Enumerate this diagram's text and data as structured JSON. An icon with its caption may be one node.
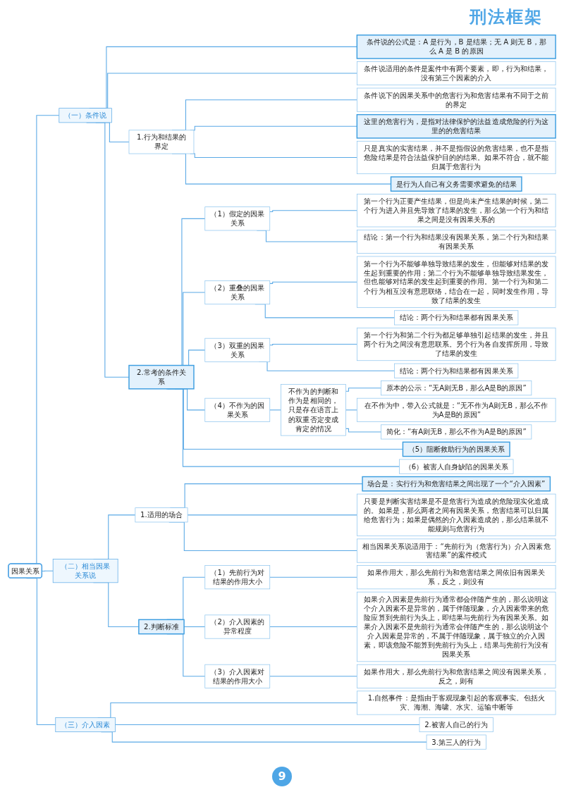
{
  "diagram": {
    "title": "刑法框架",
    "nodes": [
      {
        "text": [
          "因果关系"
        ]
      },
      {
        "text": [
          "（一）条件说"
        ]
      },
      {
        "text": [
          "条件说的公式是：A 是行为，B 是结果；无 A 则无 B，那么 A 是 B 的原因"
        ]
      },
      {
        "text": [
          "条件说适用的条件是案件中有两个要素，即，行为和结果，没有第三个因素的介入"
        ]
      },
      {
        "text": [
          "1.行为和结果的界定"
        ]
      },
      {
        "text": [
          "条件说下的因果关系中的危害行为和危害结果有不同于之前的界定"
        ]
      },
      {
        "text": [
          "这里的危害行为，是指对法律保护的法益造成危险的行为这里的的危害结果"
        ]
      },
      {
        "text": [
          "只是真实的实害结果，并不是指假设的危害结果，也不是指危险结果是符合法益保护目的的结果。如果不符合，就不能归属于危害行为"
        ]
      },
      {
        "text": [
          "是行为人自己有义务需要求避免的结果"
        ]
      },
      {
        "text": [
          "2.常考的条件关系"
        ]
      },
      {
        "text": [
          "（1）假定的因果关系"
        ]
      },
      {
        "text": [
          "第一个行为正要产生结果，但是尚未产生结果的时候，第二个行为进入并且先导致了结果的发生，那么第一个行为和结果之间是没有因果关系的"
        ]
      },
      {
        "text": [
          "结论：第一个行为和结果没有因果关系，第二个行为和结果有因果关系"
        ]
      },
      {
        "text": [
          "（2）重叠的因果关系"
        ]
      },
      {
        "text": [
          "第一个行为不能够单独导致结果的发生，但能够对结果的发生起到重要的作用；第二个行为不能够单独导致结果发生，但也能够对结果的发生起到重要的作用。第一个行为和第二个行为相互没有意思联络，结合在一起，同时发生作用，导致了结果的发生"
        ]
      },
      {
        "text": [
          "结论：两个行为和结果都有因果关系"
        ]
      },
      {
        "text": [
          "（3）双重的因果关系"
        ]
      },
      {
        "text": [
          "第一个行为和第二个行为都足够单独引起结果的发生，并且两个行为之间没有意思联系。另个行为各自发挥所用，导致了结果的发生"
        ]
      },
      {
        "text": [
          "结论：两个行为和结果都有因果关系"
        ]
      },
      {
        "text": [
          "（4）不作为的因果关系"
        ]
      },
      {
        "text": [
          "不作为的判断和作为是相同的，只是存在语言上的双重否定变成肯定的情况"
        ]
      },
      {
        "text": [
          "原本的公示：“无A则无B，那么A是B的原因”"
        ]
      },
      {
        "text": [
          "在不作为中，带入公式就是：“无不作为A则无B，那么不作为A是B的原因”"
        ]
      },
      {
        "text": [
          "简化：“有A则无B，那么不作为A是B的原因”"
        ]
      },
      {
        "text": [
          "（5）阻断救助行为的因果关系"
        ]
      },
      {
        "text": [
          "（6）被害人自身缺陷的因果关系"
        ]
      },
      {
        "text": [
          "（二）相当因果关系说"
        ]
      },
      {
        "text": [
          "1.适用的场合"
        ]
      },
      {
        "text": [
          "场合是：实行行为和危害结果之间出现了一个“介入因素”"
        ]
      },
      {
        "text": [
          "只要是判断实害结果是不是危害行为造成的危险现实化造成的。如果是，那么两者之间有因果关系，危害结果可以归属给危害行为；如果是偶然的介入因素造成的，那么结果就不能规则与危害行为"
        ]
      },
      {
        "text": [
          "相当因果关系说适用于：“先前行为（危害行为）介入因素危害结果”的案件模式"
        ]
      },
      {
        "text": [
          "2.判断标准"
        ]
      },
      {
        "text": [
          "（1）先前行为对结果的作用大小"
        ]
      },
      {
        "text": [
          "如果作用大，那么先前行为和危害结果之间依旧有因果关系，反之，则没有"
        ]
      },
      {
        "text": [
          "（2）介入因素的异常程度"
        ]
      },
      {
        "text": [
          "如果介入因素是先前行为通常都会伴随产生的，那么说明这个介入因素不是异常的，属于伴随现象，介入因素带来的危险应算到先前行为头上，即结果与先前行为有因果关系。如果介入因素不是先前行为通常会伴随产生的，那么说明这个介入因素是异常的，不属于伴随现象，属于独立的介入因素，即该危险不能算到先前行为头上，结果与先前行为没有因果关系"
        ]
      },
      {
        "text": [
          "（3）介入因素对结果的作用大小"
        ]
      },
      {
        "text": [
          "如果作用大，那么先前行为和危害结果之间没有因果关系，反之，则有"
        ]
      },
      {
        "text": [
          "（三）介入因素"
        ]
      },
      {
        "text": [
          "1.自然事件：是指由于客观现象引起的客观事实。包括火灾、海潮、海啸、水灾、运输中断等"
        ]
      },
      {
        "text": [
          "2.被害人自己的行为"
        ]
      },
      {
        "text": [
          "3.第三人的行为"
        ]
      }
    ],
    "edges": [
      {
        "from": 0,
        "to": 1,
        "arrow": "none"
      },
      {
        "from": 1,
        "to": 2,
        "arrow": "none"
      },
      {
        "from": 1,
        "to": 3,
        "arrow": "none"
      },
      {
        "from": 1,
        "to": 4,
        "arrow": "none"
      },
      {
        "from": 4,
        "to": 5,
        "arrow": "none"
      },
      {
        "from": 4,
        "to": 6,
        "arrow": "none"
      },
      {
        "from": 4,
        "to": 7,
        "arrow": "none"
      },
      {
        "from": 4,
        "to": 8,
        "arrow": "none"
      },
      {
        "from": 1,
        "to": 9,
        "arrow": "none"
      },
      {
        "from": 9,
        "to": 10,
        "arrow": "none"
      },
      {
        "from": 10,
        "to": 11,
        "arrow": "none"
      },
      {
        "from": 10,
        "to": 12,
        "arrow": "none"
      },
      {
        "from": 9,
        "to": 13,
        "arrow": "none"
      },
      {
        "from": 13,
        "to": 14,
        "arrow": "none"
      },
      {
        "from": 13,
        "to": 15,
        "arrow": "none"
      },
      {
        "from": 9,
        "to": 16,
        "arrow": "none"
      },
      {
        "from": 16,
        "to": 17,
        "arrow": "none"
      },
      {
        "from": 16,
        "to": 18,
        "arrow": "none"
      },
      {
        "from": 9,
        "to": 19,
        "arrow": "none"
      },
      {
        "from": 19,
        "to": 20,
        "arrow": "none"
      },
      {
        "from": 20,
        "to": 21,
        "arrow": "none"
      },
      {
        "from": 20,
        "to": 22,
        "arrow": "none"
      },
      {
        "from": 20,
        "to": 23,
        "arrow": "none"
      },
      {
        "from": 9,
        "to": 24,
        "arrow": "none"
      },
      {
        "from": 9,
        "to": 25,
        "arrow": "none"
      },
      {
        "from": 0,
        "to": 26,
        "arrow": "none"
      },
      {
        "from": 26,
        "to": 27,
        "arrow": "none"
      },
      {
        "from": 27,
        "to": 28,
        "arrow": "none"
      },
      {
        "from": 27,
        "to": 29,
        "arrow": "none"
      },
      {
        "from": 27,
        "to": 30,
        "arrow": "none"
      },
      {
        "from": 26,
        "to": 31,
        "arrow": "none"
      },
      {
        "from": 31,
        "to": 32,
        "arrow": "none"
      },
      {
        "from": 32,
        "to": 33,
        "arrow": "none"
      },
      {
        "from": 31,
        "to": 34,
        "arrow": "none"
      },
      {
        "from": 34,
        "to": 35,
        "arrow": "none"
      },
      {
        "from": 31,
        "to": 36,
        "arrow": "none"
      },
      {
        "from": 36,
        "to": 37,
        "arrow": "none"
      },
      {
        "from": 0,
        "to": 38,
        "arrow": "none"
      },
      {
        "from": 38,
        "to": 39,
        "arrow": "none"
      },
      {
        "from": 38,
        "to": 40,
        "arrow": "none"
      },
      {
        "from": 38,
        "to": 41,
        "arrow": "none"
      }
    ],
    "labels": [
      "9"
    ]
  }
}
